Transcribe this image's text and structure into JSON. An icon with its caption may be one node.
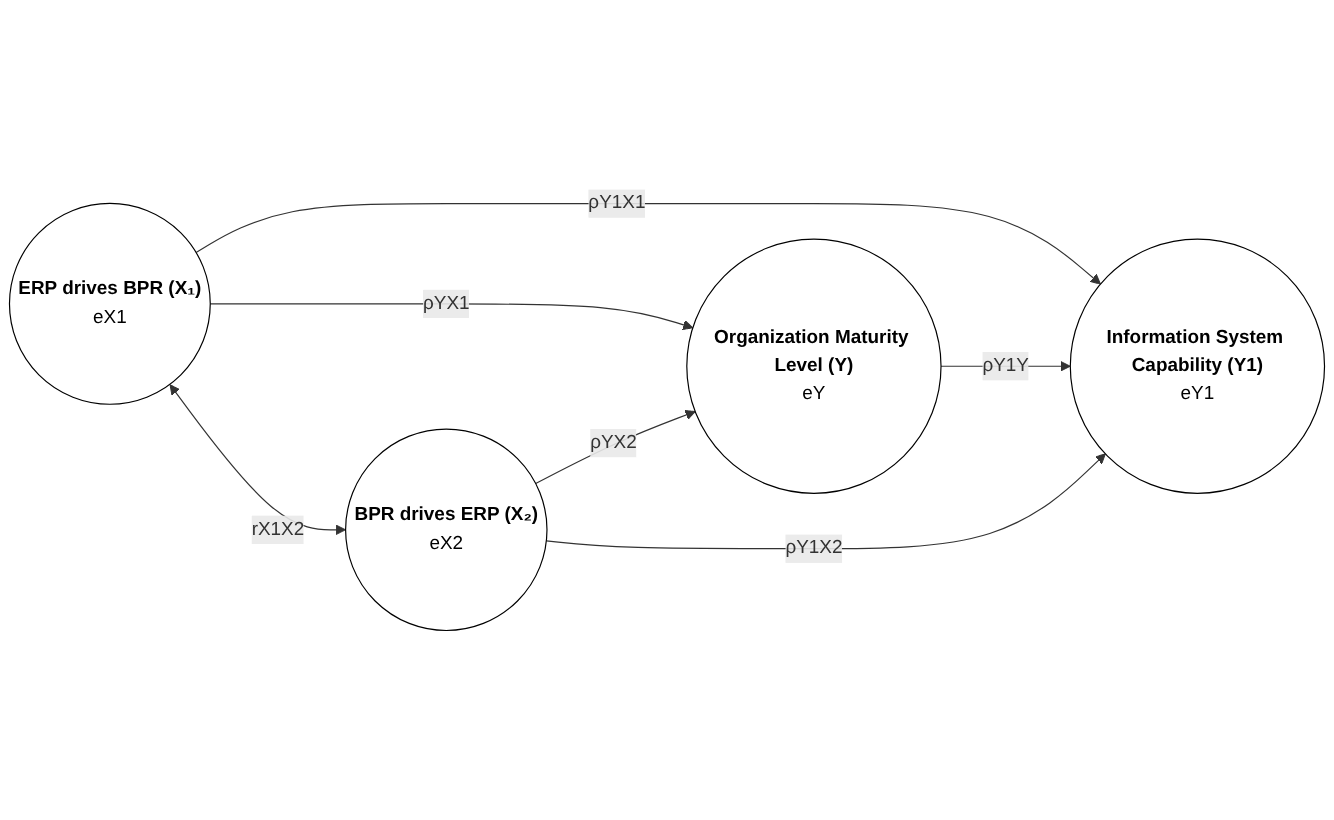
{
  "diagram": {
    "nodes": [
      {
        "text": [
          "ERP drives BPR (X₁)",
          "eX1"
        ]
      },
      {
        "text": [
          "BPR drives ERP (X₂)",
          "eX2"
        ]
      },
      {
        "text": [
          "Organization Maturity Level (Y)",
          "eY"
        ]
      },
      {
        "text": [
          "Information System Capability (Y1)",
          "eY1"
        ]
      }
    ],
    "edges": [
      {
        "from": 0,
        "to": 1,
        "arrow": "both",
        "label": "rX1X2"
      },
      {
        "from": 0,
        "to": 2,
        "arrow": "to",
        "label": "ρYX1"
      },
      {
        "from": 1,
        "to": 2,
        "arrow": "to",
        "label": "ρYX2"
      },
      {
        "from": 0,
        "to": 3,
        "arrow": "to",
        "label": "ρY1X1"
      },
      {
        "from": 2,
        "to": 3,
        "arrow": "to",
        "label": "ρY1Y"
      },
      {
        "from": 1,
        "to": 3,
        "arrow": "to",
        "label": "ρY1X2"
      }
    ]
  }
}
